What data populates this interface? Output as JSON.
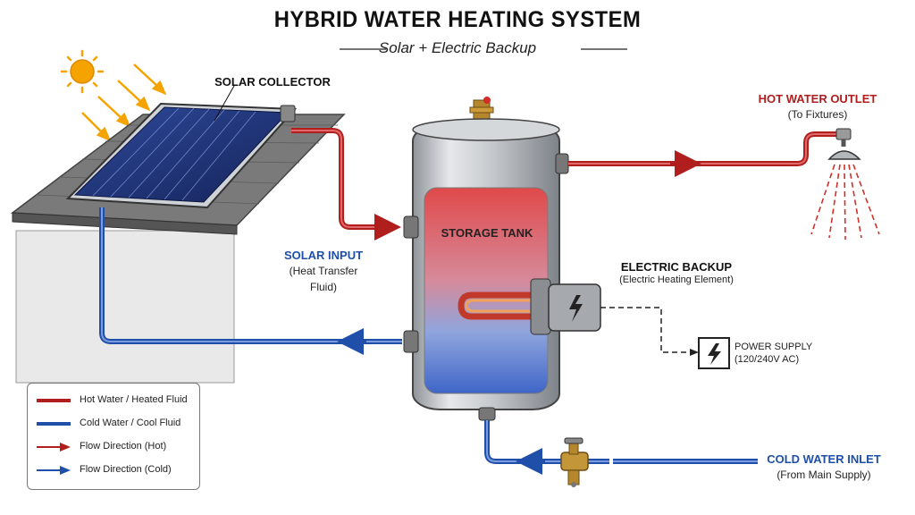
{
  "title": "HYBRID WATER HEATING SYSTEM",
  "subtitle": "Solar + Electric Backup",
  "labels": {
    "solar_collector": "SOLAR COLLECTOR",
    "solar_input": "SOLAR INPUT",
    "solar_input_sub_1": "(Heat Transfer",
    "solar_input_sub_2": "Fluid)",
    "storage_tank": "STORAGE TANK",
    "electric_backup": "ELECTRIC BACKUP",
    "electric_backup_sub": "(Electric Heating Element)",
    "power_supply": "POWER SUPPLY",
    "power_supply_sub": "(120/240V AC)",
    "hot_water_outlet": "HOT WATER OUTLET",
    "hot_water_outlet_sub": "(To Fixtures)",
    "cold_water_inlet": "COLD WATER INLET",
    "cold_water_inlet_sub": "(From Main Supply)"
  },
  "legend": [
    {
      "label": "Hot Water / Heated Fluid",
      "kind": "line",
      "color": "#b01e1e"
    },
    {
      "label": "Cold Water / Cool Fluid",
      "kind": "line",
      "color": "#1f4fa8"
    },
    {
      "label": "Flow Direction (Hot)",
      "kind": "arrow",
      "color": "#b01e1e"
    },
    {
      "label": "Flow Direction (Cold)",
      "kind": "arrow",
      "color": "#1f4fa8"
    }
  ],
  "colors": {
    "hot": "#b01e1e",
    "cold": "#1f4fa8",
    "sun": "#f5a300",
    "panel": "#1c2f6e"
  }
}
